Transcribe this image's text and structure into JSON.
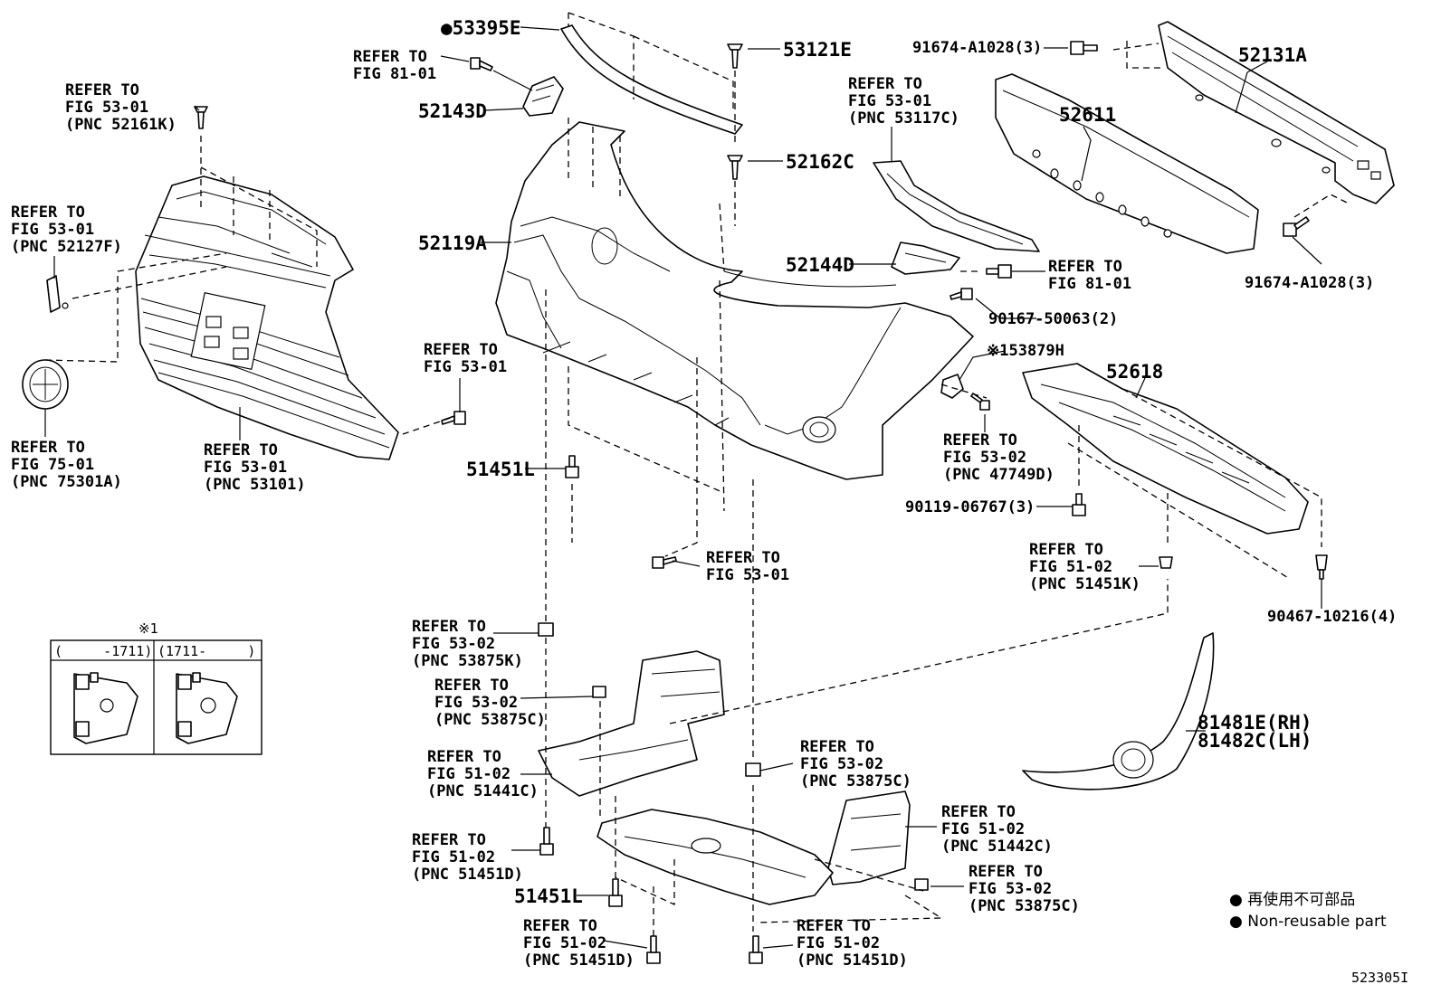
{
  "diagram": {
    "callouts": [
      {
        "id": "c01",
        "lines": [
          "●53395E"
        ]
      },
      {
        "id": "c02",
        "lines": [
          "REFER TO",
          "FIG 81-01"
        ]
      },
      {
        "id": "c03",
        "lines": [
          "52143D"
        ]
      },
      {
        "id": "c04",
        "lines": [
          "53121E"
        ]
      },
      {
        "id": "c05",
        "lines": [
          "91674-A1028(3)"
        ]
      },
      {
        "id": "c06",
        "lines": [
          "52131A"
        ]
      },
      {
        "id": "c07",
        "lines": [
          "REFER TO",
          "FIG 53-01",
          "(PNC 52161K)"
        ]
      },
      {
        "id": "c08",
        "lines": [
          "REFER TO",
          "FIG 53-01",
          "(PNC 53117C)"
        ]
      },
      {
        "id": "c09",
        "lines": [
          "52611"
        ]
      },
      {
        "id": "c10",
        "lines": [
          "52162C"
        ]
      },
      {
        "id": "c11",
        "lines": [
          "REFER TO",
          "FIG 53-01",
          "(PNC 52127F)"
        ]
      },
      {
        "id": "c12",
        "lines": [
          "52119A"
        ]
      },
      {
        "id": "c13",
        "lines": [
          "52144D"
        ]
      },
      {
        "id": "c14",
        "lines": [
          "REFER TO",
          "FIG 81-01"
        ]
      },
      {
        "id": "c15",
        "lines": [
          "91674-A1028(3)"
        ]
      },
      {
        "id": "c16",
        "lines": [
          "90167-50063(2)"
        ]
      },
      {
        "id": "c17",
        "lines": [
          "REFER TO",
          "FIG 53-01"
        ]
      },
      {
        "id": "c18",
        "lines": [
          "※153879H"
        ]
      },
      {
        "id": "c19",
        "lines": [
          "52618"
        ]
      },
      {
        "id": "c20",
        "lines": [
          "REFER TO",
          "FIG 75-01",
          "(PNC 75301A)"
        ]
      },
      {
        "id": "c21",
        "lines": [
          "REFER TO",
          "FIG 53-01",
          "(PNC 53101)"
        ]
      },
      {
        "id": "c22",
        "lines": [
          "51451L"
        ]
      },
      {
        "id": "c23",
        "lines": [
          "REFER TO",
          "FIG 53-02",
          "(PNC 47749D)"
        ]
      },
      {
        "id": "c24",
        "lines": [
          "90119-06767(3)"
        ]
      },
      {
        "id": "c25",
        "lines": [
          "REFER TO",
          "FIG 51-02",
          "(PNC 51451K)"
        ]
      },
      {
        "id": "c26",
        "lines": [
          "REFER TO",
          "FIG 53-01"
        ]
      },
      {
        "id": "c27",
        "lines": [
          "90467-10216(4)"
        ]
      },
      {
        "id": "c28",
        "lines": [
          "REFER TO",
          "FIG 53-02",
          "(PNC 53875K)"
        ]
      },
      {
        "id": "c29",
        "lines": [
          "REFER TO",
          "FIG 53-02",
          "(PNC 53875C)"
        ]
      },
      {
        "id": "c30",
        "lines": [
          "81481E(RH)",
          "81482C(LH)"
        ]
      },
      {
        "id": "c31",
        "lines": [
          "REFER TO",
          "FIG 51-02",
          "(PNC 51441C)"
        ]
      },
      {
        "id": "c32",
        "lines": [
          "REFER TO",
          "FIG 53-02",
          "(PNC 53875C)"
        ]
      },
      {
        "id": "c33",
        "lines": [
          "REFER TO",
          "FIG 51-02",
          "(PNC 51442C)"
        ]
      },
      {
        "id": "c34",
        "lines": [
          "REFER TO",
          "FIG 51-02",
          "(PNC 51451D)"
        ]
      },
      {
        "id": "c35",
        "lines": [
          "REFER TO",
          "FIG 53-02",
          "(PNC 53875C)"
        ]
      },
      {
        "id": "c36",
        "lines": [
          "51451L"
        ]
      },
      {
        "id": "c37",
        "lines": [
          "REFER TO",
          "FIG 51-02",
          "(PNC 51451D)"
        ]
      },
      {
        "id": "c38",
        "lines": [
          "REFER TO",
          "FIG 51-02",
          "(PNC 51451D)"
        ]
      }
    ],
    "inset": {
      "mark": "※1",
      "left_header": "(     -1711)",
      "right_header": "(1711-     )"
    },
    "legend": {
      "ja": "● 再使用不可部品",
      "en": "● Non-reusable part"
    },
    "figure_code": "523305I"
  }
}
